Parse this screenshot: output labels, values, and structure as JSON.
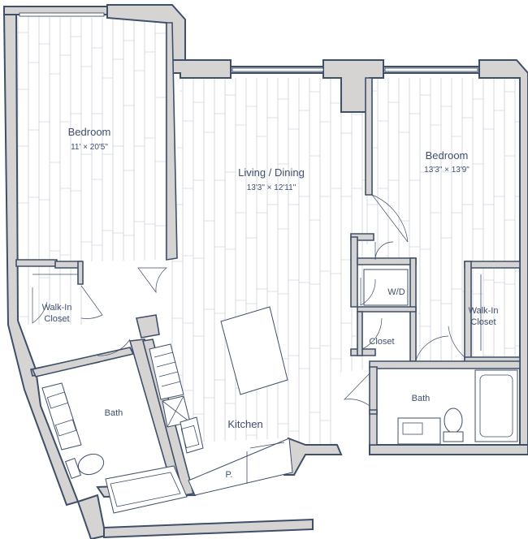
{
  "rooms": {
    "bedroom_left": {
      "name": "Bedroom",
      "dims": "11' × 20'5\""
    },
    "living": {
      "name": "Living / Dining",
      "dims": "13'3\" × 12'11\""
    },
    "bedroom_right": {
      "name": "Bedroom",
      "dims": "13'3\" × 13'9\""
    },
    "walkin_left": {
      "line1": "Walk-In",
      "line2": "Closet"
    },
    "walkin_right": {
      "line1": "Walk-In",
      "line2": "Closet"
    },
    "bath_left": {
      "name": "Bath"
    },
    "bath_right": {
      "name": "Bath"
    },
    "kitchen": {
      "name": "Kitchen"
    },
    "wd": {
      "name": "W/D"
    },
    "closet": {
      "name": "Closet"
    },
    "pantry": {
      "name": "P."
    }
  },
  "colors": {
    "wall_stroke": "#3f4f6a",
    "wall_fill": "#d6d4d2",
    "floor_line": "#b9c0cc"
  }
}
